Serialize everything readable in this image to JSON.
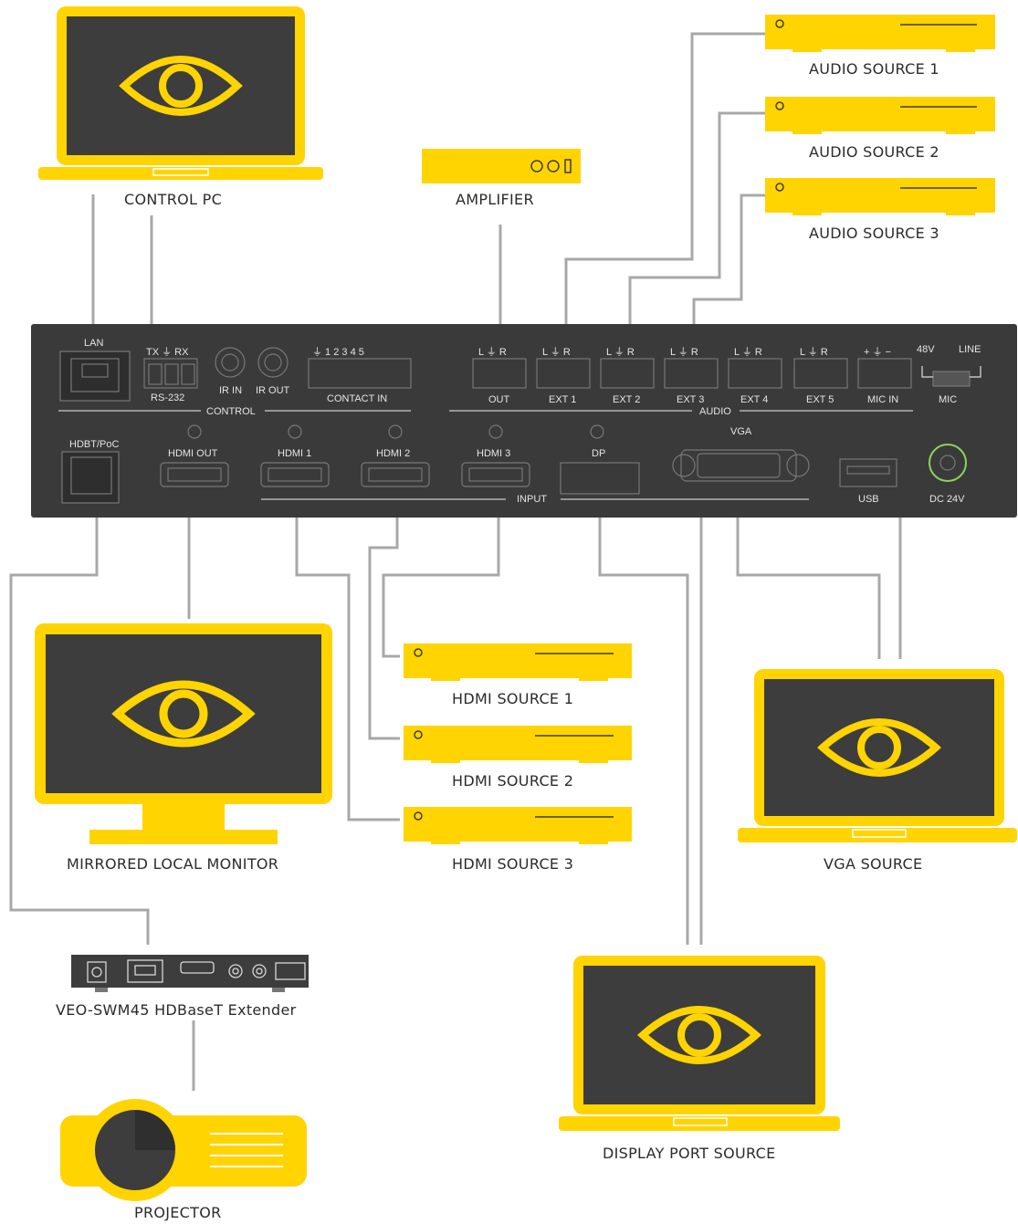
{
  "devices": {
    "control_pc": "CONTROL PC",
    "amplifier": "AMPLIFIER",
    "audio_source_1": "AUDIO SOURCE 1",
    "audio_source_2": "AUDIO SOURCE 2",
    "audio_source_3": "AUDIO SOURCE 3",
    "hdmi_source_1": "HDMI SOURCE 1",
    "hdmi_source_2": "HDMI SOURCE 2",
    "hdmi_source_3": "HDMI SOURCE 3",
    "mirrored_monitor": "MIRRORED LOCAL MONITOR",
    "vga_source": "VGA SOURCE",
    "extender": "VEO-SWM45 HDBaseT Extender",
    "display_port_source": "DISPLAY PORT SOURCE",
    "projector": "PROJECTOR"
  },
  "panel": {
    "lan": "LAN",
    "rs232_pins": "TX ⏚ RX",
    "rs232": "RS-232",
    "ir_in": "IR IN",
    "ir_out": "IR OUT",
    "contact_pins": "⏚  1  2  3  4  5",
    "contact_in": "CONTACT IN",
    "control": "CONTROL",
    "lgr": "L ⏚ R",
    "out": "OUT",
    "ext1": "EXT 1",
    "ext2": "EXT 2",
    "ext3": "EXT 3",
    "ext4": "EXT 4",
    "ext5": "EXT 5",
    "mic_pins": "+ ⏚ −",
    "mic_in": "MIC IN",
    "v48": "48V",
    "line": "LINE",
    "mic": "MIC",
    "audio": "AUDIO",
    "hdbt": "HDBT/PoC",
    "hdmi_out": "HDMI OUT",
    "hdmi1": "HDMI 1",
    "hdmi2": "HDMI 2",
    "hdmi3": "HDMI 3",
    "dp": "DP",
    "vga": "VGA",
    "input": "INPUT",
    "usb": "USB",
    "dc": "DC 24V"
  },
  "colors": {
    "device_yellow": "#FFD400",
    "screen_dark": "#3D3D3D",
    "panel_dark": "#3A3A3A",
    "cable_gray": "#A8A8A8"
  }
}
